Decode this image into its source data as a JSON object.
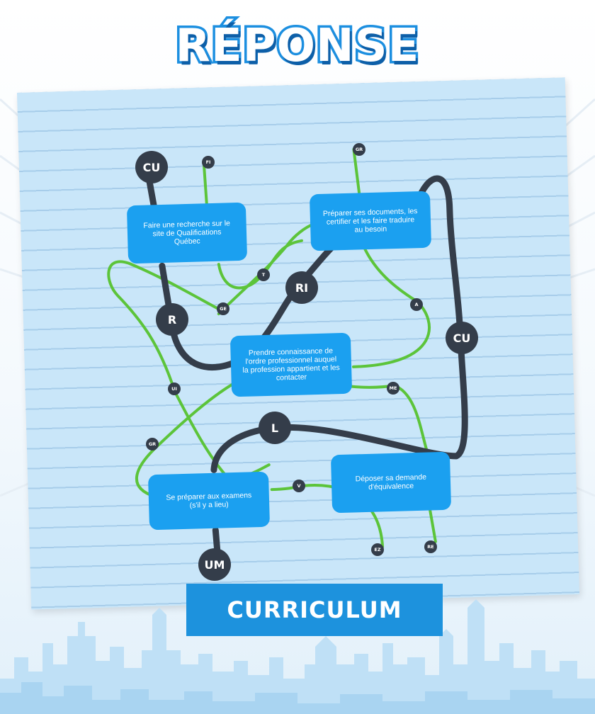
{
  "title": "RÉPONSE",
  "answer": "CURRICULUM",
  "boxes": {
    "recherche": "Faire une recherche sur le site de Qualifications Québec",
    "documents": "Préparer ses documents, les certifier et les faire traduire au besoin",
    "ordre": "Prendre connaissance de l'ordre professionnel auquel la profession appartient et les contacter",
    "examens": "Se préparer aux examens (s'il y a lieu)",
    "demande": "Déposer sa demande d'équivalence"
  },
  "syllables": {
    "cu_top": "CU",
    "ri": "RI",
    "r": "R",
    "cu_right": "CU",
    "l": "L",
    "um": "UM"
  },
  "decoys": {
    "fi": "FI",
    "gr_top": "GR",
    "t": "T",
    "ge": "GE",
    "a": "A",
    "ui": "UI",
    "me": "ME",
    "gr_left": "GR",
    "v": "V",
    "ez": "EZ",
    "re": "RE"
  },
  "colors": {
    "path_dark": "#343d4a",
    "path_green": "#5cc43a",
    "box_blue": "#1ba0f0",
    "paper": "#c9e6f9",
    "banner": "#1d92dd"
  }
}
